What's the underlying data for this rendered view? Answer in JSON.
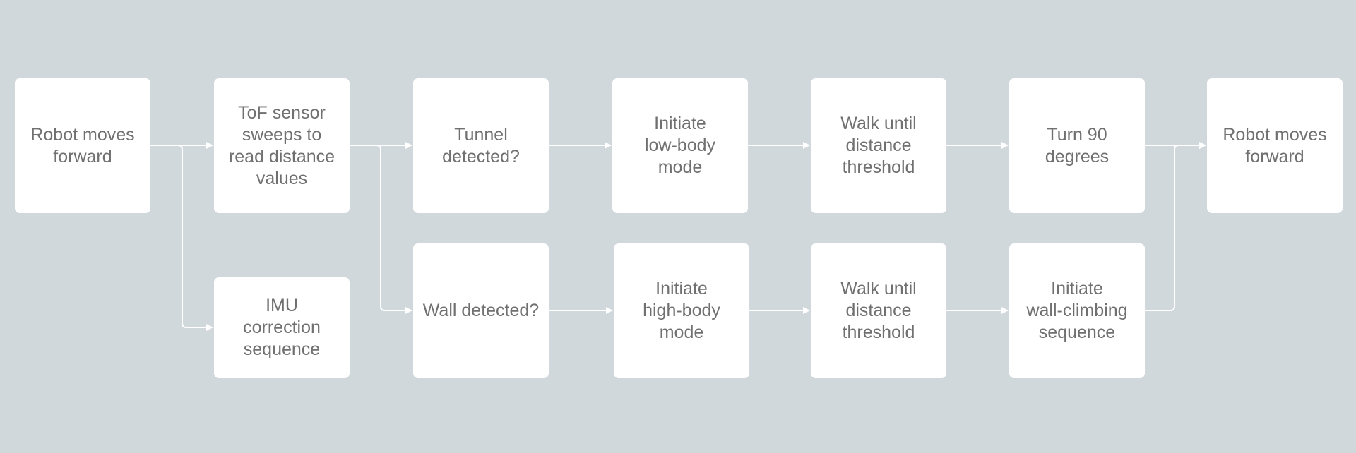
{
  "diagram": {
    "nodes": {
      "start": "Robot moves\nforward",
      "tof_sweep": "ToF sensor\nsweeps to\nread distance\nvalues",
      "imu_correction": "IMU\ncorrection\nsequence",
      "tunnel_detected": "Tunnel\ndetected?",
      "wall_detected": "Wall detected?",
      "low_body_mode": "Initiate\nlow-body\nmode",
      "high_body_mode": "Initiate\nhigh-body\nmode",
      "walk_threshold_top": "Walk until\ndistance\nthreshold",
      "walk_threshold_bottom": "Walk until\ndistance\nthreshold",
      "turn_90": "Turn 90\ndegrees",
      "wall_climbing": "Initiate\nwall-climbing\nsequence",
      "end": "Robot moves\nforward"
    },
    "colors": {
      "background": "#d0d8dc",
      "node_fill": "#ffffff",
      "connector": "#ffffff",
      "text": "#707070"
    }
  }
}
